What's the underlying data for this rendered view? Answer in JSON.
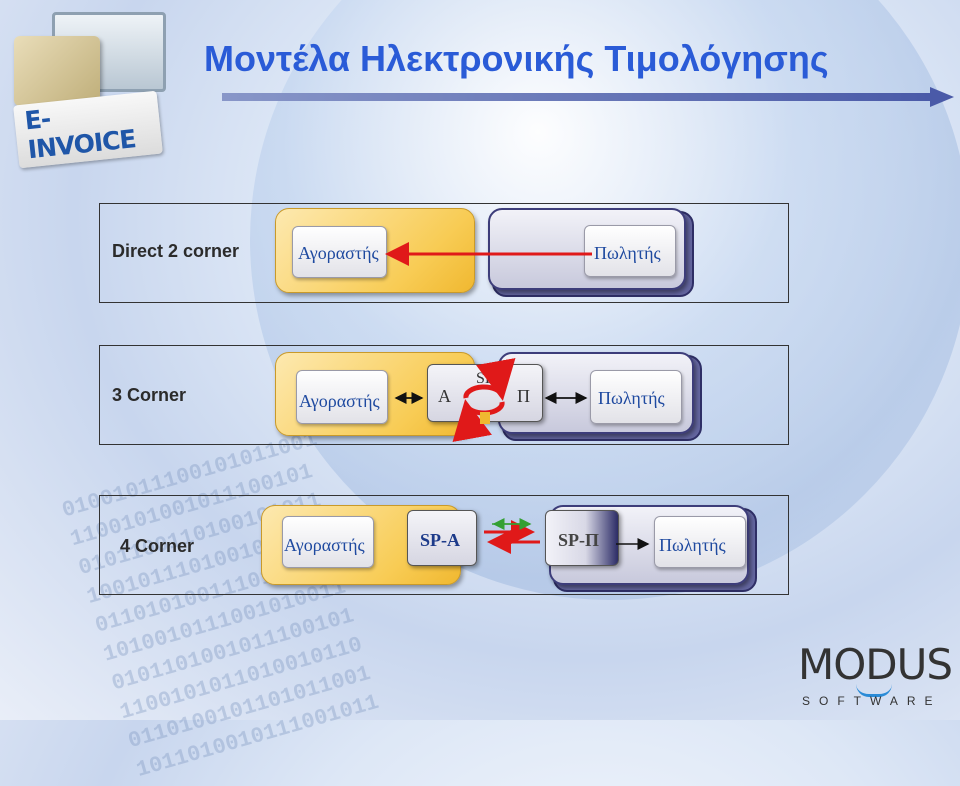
{
  "title": "Μοντέλα Ηλεκτρονικής Τιμολόγησης",
  "logo": {
    "text": "E-INVOICE",
    "icon": "e-invoice-logo-icon"
  },
  "company_logo": {
    "name": "MODUS",
    "tagline": "SOFTWARE"
  },
  "rows": [
    {
      "label": "Direct 2 corner",
      "buyer": "Αγοραστής",
      "seller": "Πωλητής"
    },
    {
      "label": "3 Corner",
      "buyer": "Αγοραστής",
      "sp_label": "SP",
      "sp_a": "Α",
      "sp_p": "Π",
      "seller": "Πωλητής"
    },
    {
      "label": "4 Corner",
      "buyer": "Αγοραστής",
      "sp_a": "SP-A",
      "sp_p": "SP-Π",
      "seller": "Πωλητής"
    }
  ],
  "colors": {
    "title": "#2a5bd7",
    "buyer_fill": "#f8cc55",
    "seller_border": "#3d3d7a",
    "red_arrow": "#e01919",
    "green_arrow": "#33a033"
  },
  "icons": [
    "e-invoice-logo-icon",
    "modus-logo-icon",
    "arrow-icon",
    "cycle-arrow-icon"
  ]
}
